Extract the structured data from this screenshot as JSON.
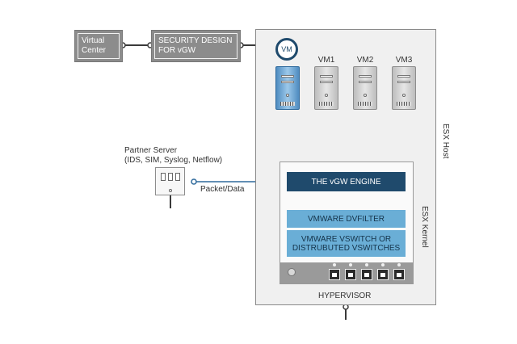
{
  "diagram": {
    "virtual_center": "Virtual Center",
    "security_design": "SECURITY DESIGN FOR vGW",
    "esx_host_label": "ESX Host",
    "esx_kernel_label": "ESX Kernel",
    "vm_circle_label": "VM",
    "vms": [
      "VM1",
      "VM2",
      "VM3"
    ],
    "partner_server_title": "Partner Server",
    "partner_server_detail": "(IDS, SIM, Syslog, Netflow)",
    "packet_data_label": "Packet/Data",
    "vgw_engine": "THE vGW ENGINE",
    "dvfilter": "VMWARE DVFILTER",
    "vswitch_line1": "VMWARE VSWITCH OR",
    "vswitch_line2": "DISTRUBUTED VSWITCHES",
    "hypervisor": "HYPERVISOR"
  },
  "colors": {
    "engine": "#1f4a6c",
    "filter": "#6aaed6",
    "gray_box": "#8c8c8c"
  }
}
